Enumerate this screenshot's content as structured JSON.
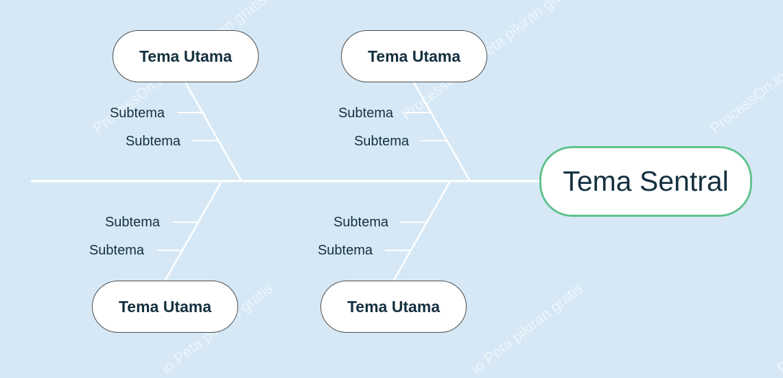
{
  "diagram": {
    "central_topic": "Tema Sentral",
    "main_topics": [
      {
        "label": "Tema Utama",
        "subtopics": [
          "Subtema",
          "Subtema"
        ]
      },
      {
        "label": "Tema Utama",
        "subtopics": [
          "Subtema",
          "Subtema"
        ]
      },
      {
        "label": "Tema Utama",
        "subtopics": [
          "Subtema",
          "Subtema"
        ]
      },
      {
        "label": "Tema Utama",
        "subtopics": [
          "Subtema",
          "Subtema"
        ]
      }
    ]
  },
  "watermarks": [
    "ProcessOn.io Peta pikiran gratis",
    "ProcessOn.io Peta pikiran gratis",
    "ProcessOn.io",
    "io Peta pikiran gratis",
    "io Peta pikiran gratis",
    "ProcessOn.io"
  ],
  "colors": {
    "background": "#d6e8f5",
    "lines": "#ffffff",
    "text": "#14303f",
    "central_border": "#5fc28e",
    "topic_border": "#4a4a4a"
  }
}
